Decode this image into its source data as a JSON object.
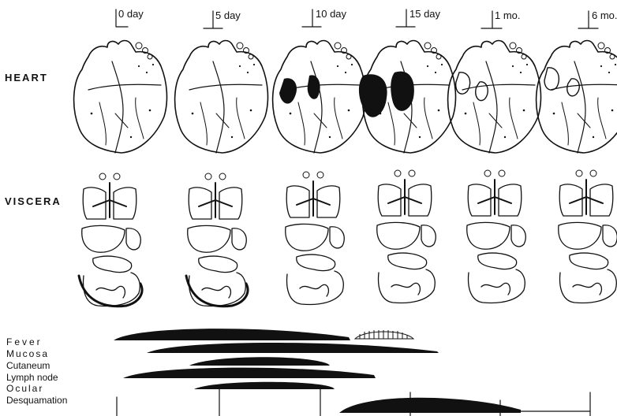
{
  "timepoints": [
    {
      "label": "0 day"
    },
    {
      "label": "5 day"
    },
    {
      "label": "10 day"
    },
    {
      "label": "15 day"
    },
    {
      "label": "1 mo."
    },
    {
      "label": "6 mo."
    }
  ],
  "rows": {
    "heart": "HEART",
    "viscera": "VISCERA"
  },
  "symptoms": [
    {
      "name": "Fever"
    },
    {
      "name": "Mucosa"
    },
    {
      "name": "Cutaneum"
    },
    {
      "name": "Lymph node"
    },
    {
      "name": "Ocular"
    },
    {
      "name": "Desquamation"
    }
  ],
  "colors": {
    "ink": "#111111",
    "paper": "#ffffff"
  }
}
